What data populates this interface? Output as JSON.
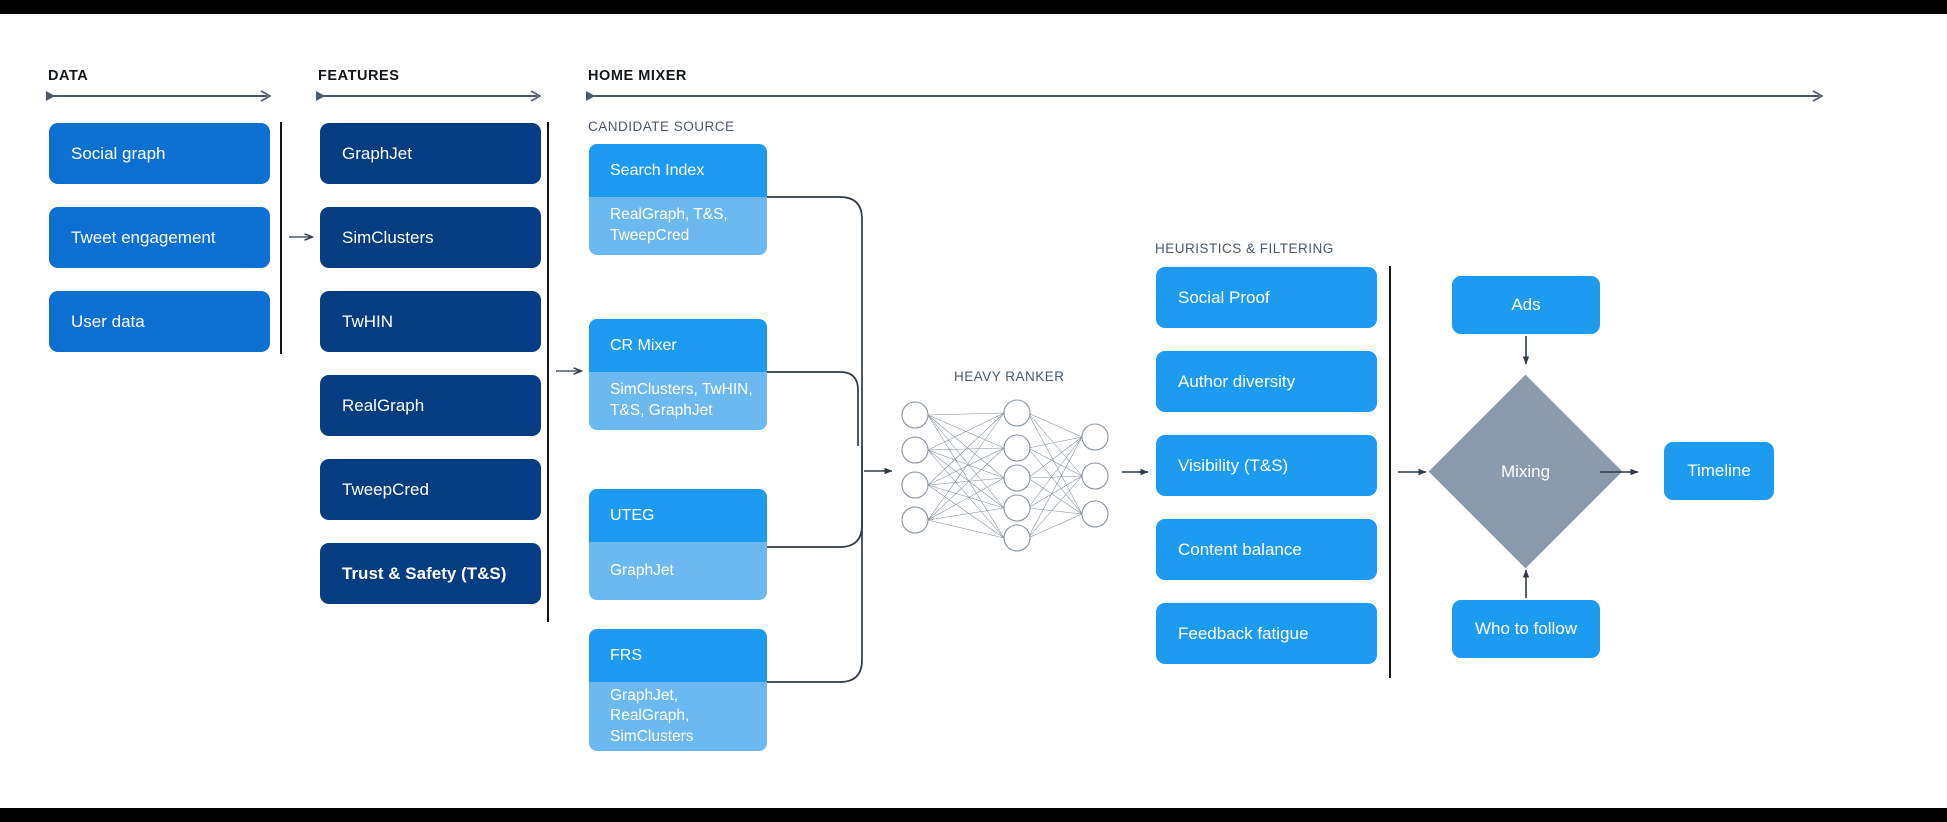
{
  "sections": [
    {
      "key": "data",
      "label": "DATA"
    },
    {
      "key": "features",
      "label": "FEATURES"
    },
    {
      "key": "home",
      "label": "HOME MIXER"
    }
  ],
  "sublabels": {
    "candidate_source": "CANDIDATE SOURCE",
    "heuristics": "HEURISTICS & FILTERING",
    "heavy_ranker": "HEAVY RANKER"
  },
  "data_column": {
    "items": [
      {
        "label": "Social graph"
      },
      {
        "label": "Tweet engagement"
      },
      {
        "label": "User data"
      }
    ]
  },
  "features_column": {
    "items": [
      {
        "label": "GraphJet"
      },
      {
        "label": "SimClusters"
      },
      {
        "label": "TwHIN"
      },
      {
        "label": "RealGraph"
      },
      {
        "label": "TweepCred"
      },
      {
        "label": "Trust & Safety (T&S)"
      }
    ]
  },
  "candidate_sources": [
    {
      "title": "Search Index",
      "body": "RealGraph, T&S, TweepCred"
    },
    {
      "title": "CR Mixer",
      "body": "SimClusters, TwHIN, T&S, GraphJet"
    },
    {
      "title": "UTEG",
      "body": "GraphJet"
    },
    {
      "title": "FRS",
      "body": "GraphJet, RealGraph, SimClusters"
    }
  ],
  "heavy_ranker": {
    "label": "HEAVY RANKER",
    "layers": [
      4,
      5,
      3
    ]
  },
  "heuristics": {
    "items": [
      {
        "label": "Social Proof"
      },
      {
        "label": "Author diversity"
      },
      {
        "label": "Visibility (T&S)"
      },
      {
        "label": "Content balance"
      },
      {
        "label": "Feedback fatigue"
      }
    ]
  },
  "mixing": {
    "ads_label": "Ads",
    "mixing_label": "Mixing",
    "who_to_follow_label": "Who to follow",
    "timeline_label": "Timeline"
  },
  "colors": {
    "blue": "#0b70d1",
    "navy": "#063d82",
    "bright_blue": "#1d9bf0",
    "light_blue": "#6cb8f0",
    "diamond_gray": "#8b9bab",
    "line_gray": "#4b5a6b",
    "text_dark": "#14171a",
    "background": "#ffffff",
    "letterbox": "#000000"
  }
}
